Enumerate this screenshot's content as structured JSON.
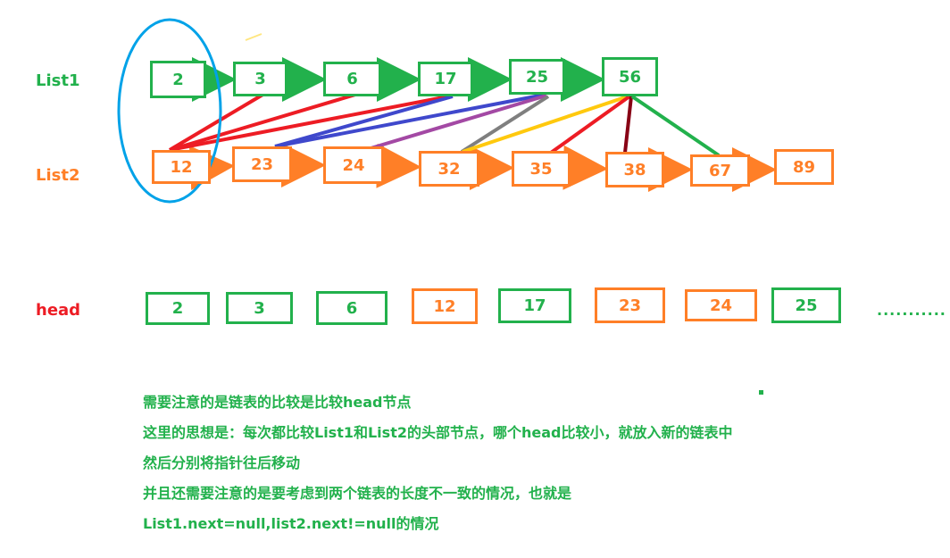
{
  "labels": {
    "list1": "List1",
    "list2": "List2",
    "head": "head"
  },
  "list1": [
    "2",
    "3",
    "6",
    "17",
    "25",
    "56"
  ],
  "list2": [
    "12",
    "23",
    "24",
    "32",
    "35",
    "38",
    "67",
    "89"
  ],
  "head": [
    "2",
    "3",
    "6",
    "12",
    "17",
    "23",
    "24",
    "25"
  ],
  "head_ellipsis": "...........",
  "notes": [
    "需要注意的是链表的比较是比较head节点",
    "这里的思想是：每次都比较List1和List2的头部节点，哪个head比较小，就放入新的链表中",
    "然后分别将指针往后移动",
    "并且还需要注意的是要考虑到两个链表的长度不一致的情况，也就是",
    "List1.next=null,list2.next!=null的情况"
  ],
  "colors": {
    "list1": "#22b14c",
    "list2": "#ff7f27",
    "head_label": "#ed1c24",
    "circle": "#00a2e8"
  }
}
